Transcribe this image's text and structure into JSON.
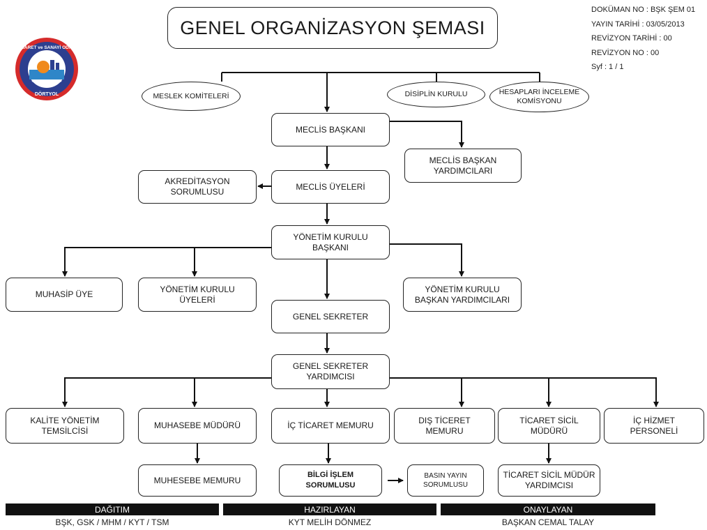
{
  "title": "GENEL ORGANİZASYON ŞEMASI",
  "doc_info": {
    "doc_no": "DOKÜMAN NO : BŞK ŞEM 01",
    "publish_date": "YAYIN TARİHİ : 03/05/2013",
    "revision_date": "REVİZYON TARİHİ : 00",
    "revision_no": "REVİZYON NO : 00",
    "page": "Syf : 1 / 1"
  },
  "logo": {
    "top_text": "TİCARET ve SANAYİ ODASI",
    "bottom_text": "DÖRTYOL",
    "colors": {
      "ring": "#2d3f8f",
      "red": "#d52b2b",
      "orange": "#f08a1c",
      "sea": "#2f86c8"
    }
  },
  "committees": {
    "meslek": "MESLEK KOMİTELERİ",
    "disiplin": "DİSİPLİN KURULU",
    "hesaplari": "HESAPLARI İNCELEME\nKOMİSYONU"
  },
  "nodes": {
    "meclis_baskani": "MECLİS BAŞKANI",
    "meclis_baskan_yardimcilari": "MECLİS BAŞKAN\nYARDIMCILARI",
    "meclis_uyeleri": "MECLİS ÜYELERİ",
    "akreditasyon": "AKREDİTASYON\nSORUMLUSU",
    "yk_baskani": "YÖNETİM KURULU\nBAŞKANI",
    "muhasip_uye": "MUHASİP ÜYE",
    "yk_uyeleri": "YÖNETİM KURULU\nÜYELERİ",
    "yk_baskan_yardimcilari": "YÖNETİM KURULU\nBAŞKAN YARDIMCILARI",
    "genel_sekreter": "GENEL SEKRETER",
    "gs_yardimcisi": "GENEL SEKRETER\nYARDIMCISI",
    "kalite": "KALİTE YÖNETİM\nTEMSİLCİSİ",
    "muhasebe_muduru": "MUHASEBE MÜDÜRÜ",
    "ic_ticaret": "İÇ TİCARET MEMURU",
    "dis_ticaret": "DIŞ TİCERET MEMURU",
    "ticaret_sicil_muduru": "TİCARET SİCİL MÜDÜRÜ",
    "ic_hizmet": "İÇ HİZMET PERSONELİ",
    "muhasebe_memuru": "MUHESEBE MEMURU",
    "bilgi_islem": "BİLGİ İŞLEM\nSORUMLUSU",
    "basin_yayin": "BASIN YAYIN\nSORUMLUSU",
    "ts_mudur_yardimcisi": "TİCARET SİCİL MÜDÜR\nYARDIMCISI"
  },
  "footer": {
    "dagitim_label": "DAĞITIM",
    "dagitim_value": "BŞK, GSK / MHM / KYT / TSM",
    "hazirlayan_label": "HAZIRLAYAN",
    "hazirlayan_value": "KYT MELİH DÖNMEZ",
    "onaylayan_label": "ONAYLAYAN",
    "onaylayan_value": "BAŞKAN CEMAL TALAY"
  }
}
